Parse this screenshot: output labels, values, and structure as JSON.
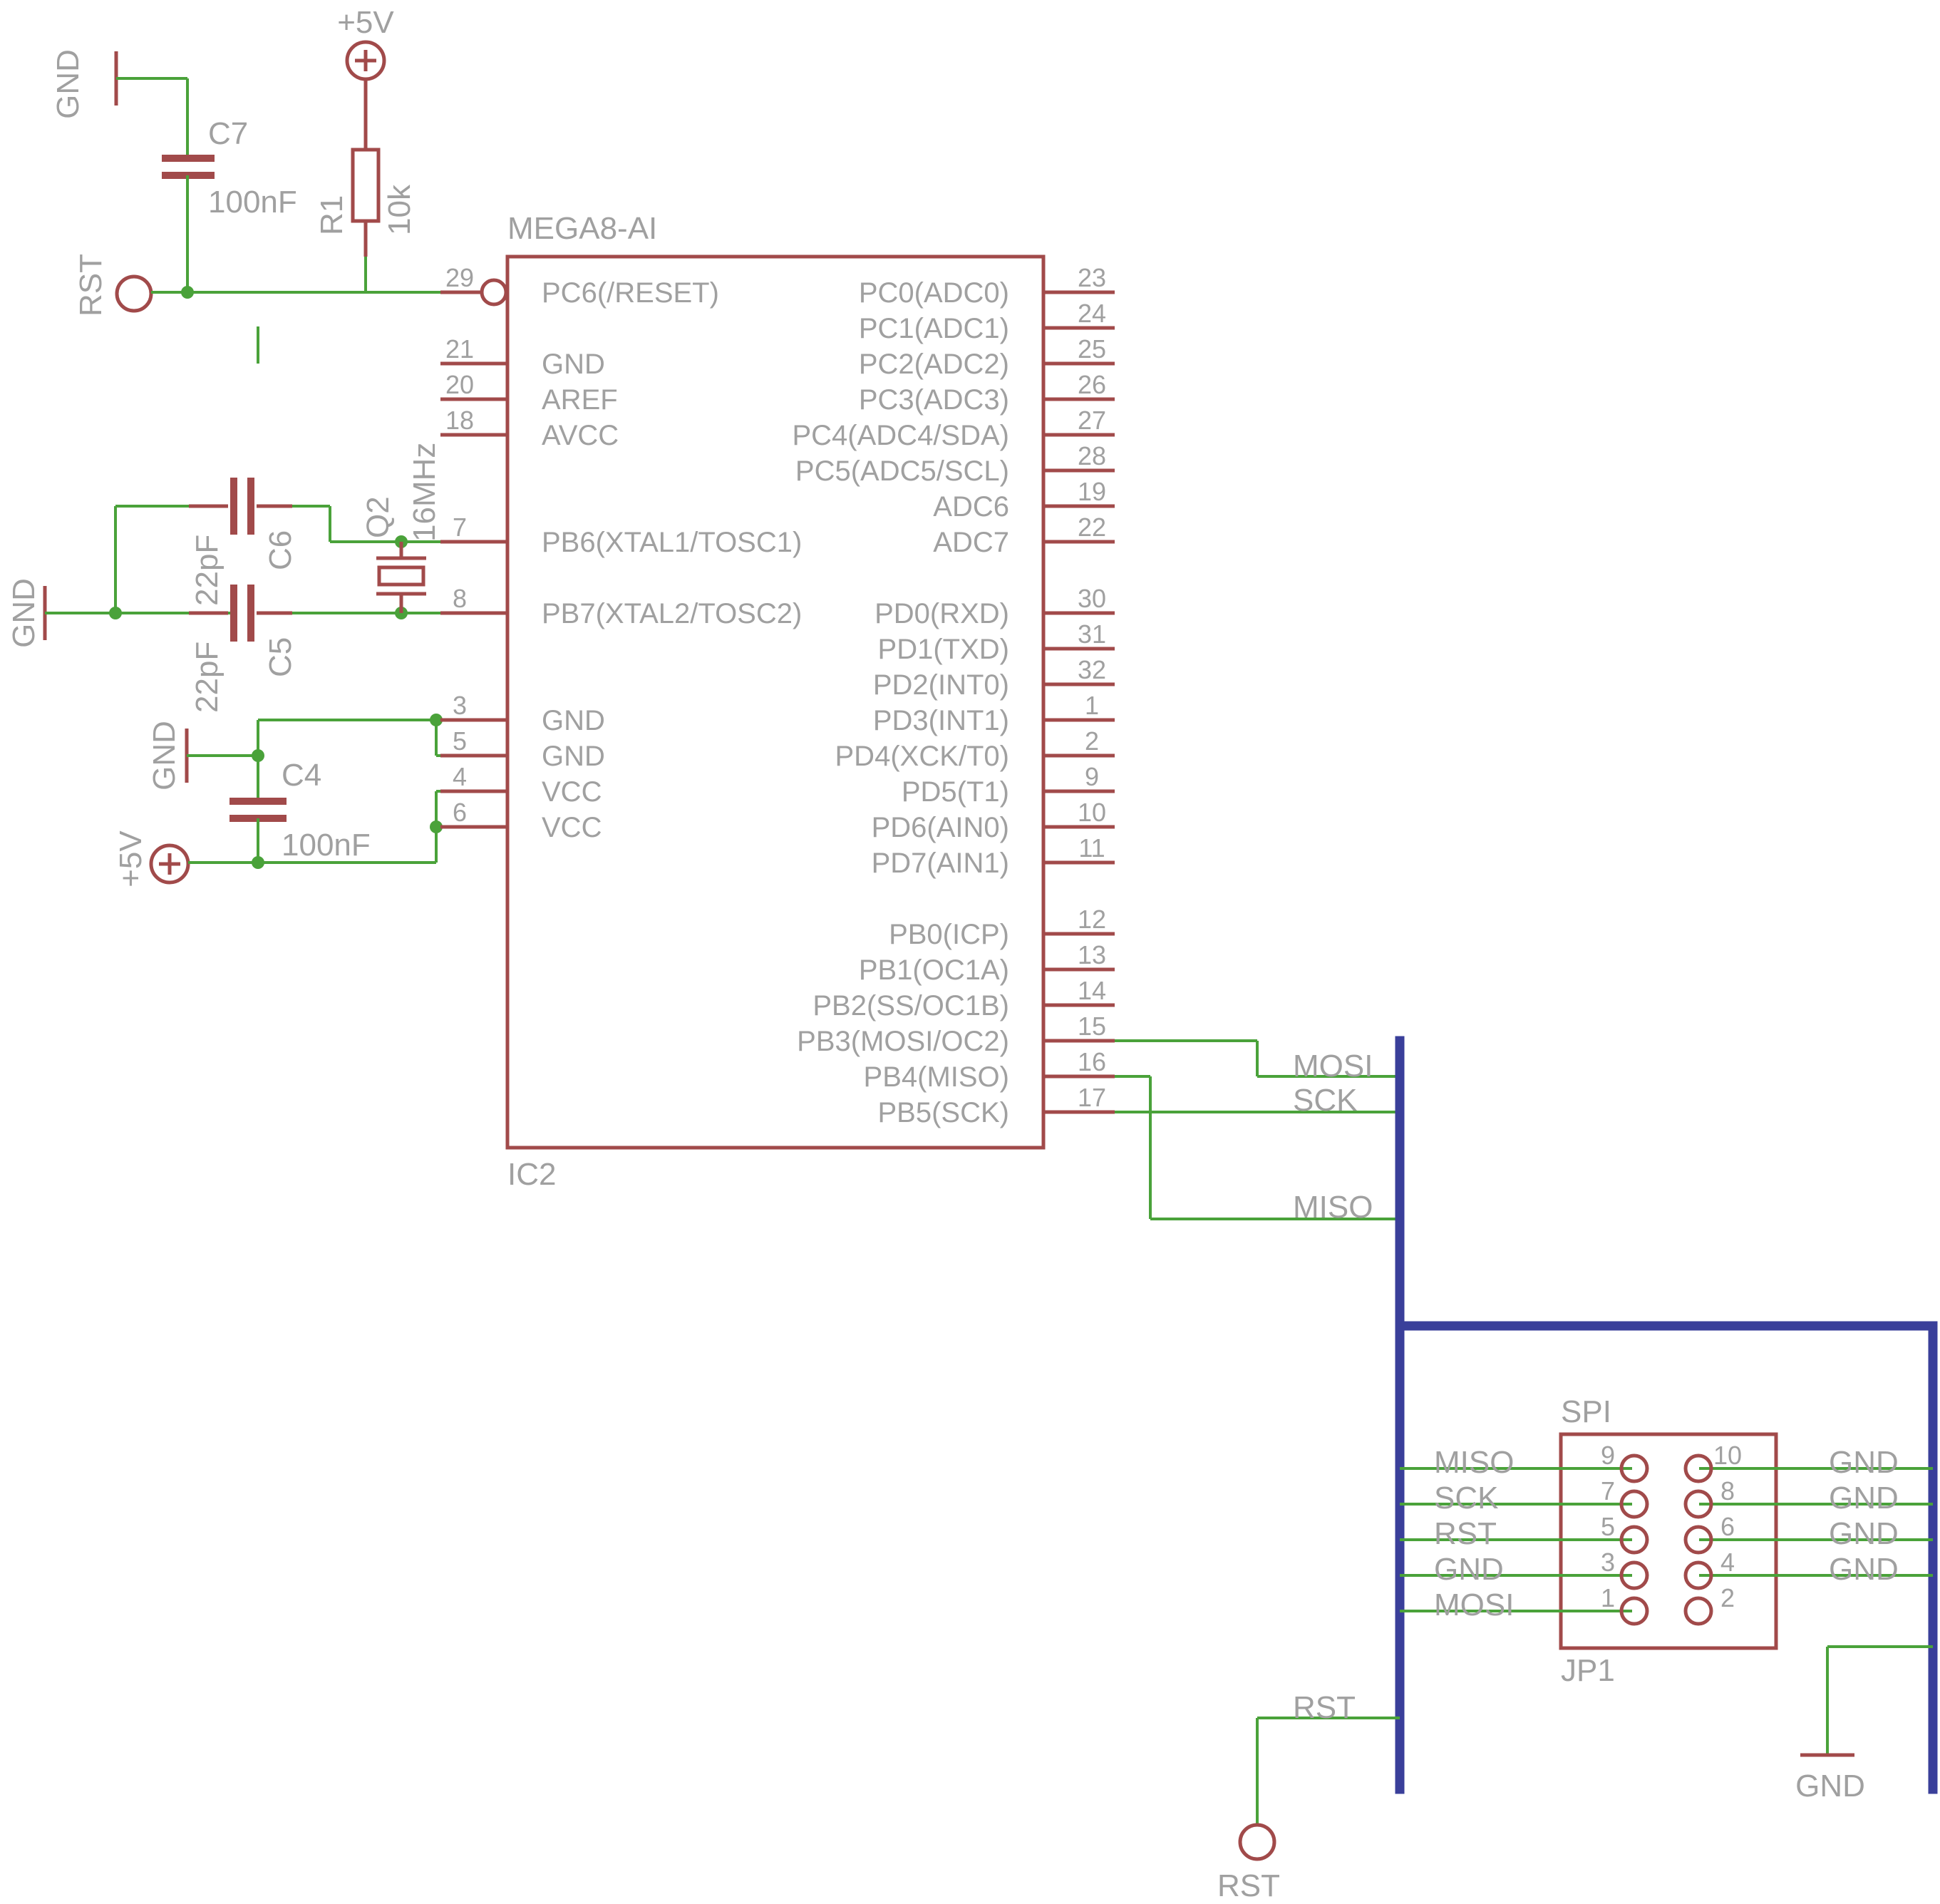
{
  "colors": {
    "component": "#a14a4a",
    "wire": "#4aa23a",
    "bus": "#3a3f9a",
    "text": "#a0a0a0"
  },
  "ic": {
    "name": "MEGA8-AI",
    "ref": "IC2",
    "left_pins": [
      {
        "num": "29",
        "label": "PC6(/RESET)"
      },
      {
        "num": "21",
        "label": "GND"
      },
      {
        "num": "20",
        "label": "AREF"
      },
      {
        "num": "18",
        "label": "AVCC"
      },
      {
        "num": "7",
        "label": "PB6(XTAL1/TOSC1)"
      },
      {
        "num": "8",
        "label": "PB7(XTAL2/TOSC2)"
      },
      {
        "num": "3",
        "label": "GND"
      },
      {
        "num": "5",
        "label": "GND"
      },
      {
        "num": "4",
        "label": "VCC"
      },
      {
        "num": "6",
        "label": "VCC"
      }
    ],
    "right_pins": [
      {
        "num": "23",
        "label": "PC0(ADC0)"
      },
      {
        "num": "24",
        "label": "PC1(ADC1)"
      },
      {
        "num": "25",
        "label": "PC2(ADC2)"
      },
      {
        "num": "26",
        "label": "PC3(ADC3)"
      },
      {
        "num": "27",
        "label": "PC4(ADC4/SDA)"
      },
      {
        "num": "28",
        "label": "PC5(ADC5/SCL)"
      },
      {
        "num": "19",
        "label": "ADC6"
      },
      {
        "num": "22",
        "label": "ADC7"
      },
      {
        "num": "30",
        "label": "PD0(RXD)"
      },
      {
        "num": "31",
        "label": "PD1(TXD)"
      },
      {
        "num": "32",
        "label": "PD2(INT0)"
      },
      {
        "num": "1",
        "label": "PD3(INT1)"
      },
      {
        "num": "2",
        "label": "PD4(XCK/T0)"
      },
      {
        "num": "9",
        "label": "PD5(T1)"
      },
      {
        "num": "10",
        "label": "PD6(AIN0)"
      },
      {
        "num": "11",
        "label": "PD7(AIN1)"
      },
      {
        "num": "12",
        "label": "PB0(ICP)"
      },
      {
        "num": "13",
        "label": "PB1(OC1A)"
      },
      {
        "num": "14",
        "label": "PB2(SS/OC1B)"
      },
      {
        "num": "15",
        "label": "PB3(MOSI/OC2)"
      },
      {
        "num": "16",
        "label": "PB4(MISO)"
      },
      {
        "num": "17",
        "label": "PB5(SCK)"
      }
    ]
  },
  "components": {
    "c7": {
      "name": "C7",
      "value": "100nF"
    },
    "r1": {
      "name": "R1",
      "value": "10k"
    },
    "c6": {
      "name": "C6",
      "value": "22pF"
    },
    "c5": {
      "name": "C5",
      "value": "22pF"
    },
    "q2": {
      "name": "Q2",
      "value": "16MHz"
    },
    "c4": {
      "name": "C4",
      "value": "100nF"
    }
  },
  "power": {
    "gnd": "GND",
    "vcc": "+5V",
    "rst": "RST"
  },
  "bus_nets": {
    "mosi": "MOSI",
    "sck": "SCK",
    "miso": "MISO",
    "rst": "RST"
  },
  "header": {
    "name": "SPI",
    "ref": "JP1",
    "left": [
      {
        "net": "MISO",
        "pin": "9"
      },
      {
        "net": "SCK",
        "pin": "7"
      },
      {
        "net": "RST",
        "pin": "5"
      },
      {
        "net": "GND",
        "pin": "3"
      },
      {
        "net": "MOSI",
        "pin": "1"
      }
    ],
    "right": [
      {
        "net": "GND",
        "pin": "10"
      },
      {
        "net": "GND",
        "pin": "8"
      },
      {
        "net": "GND",
        "pin": "6"
      },
      {
        "net": "GND",
        "pin": "4"
      },
      {
        "net": "",
        "pin": "2"
      }
    ]
  }
}
